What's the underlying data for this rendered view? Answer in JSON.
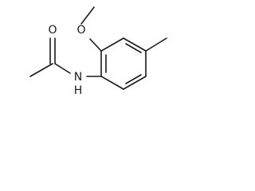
{
  "molecule": {
    "atoms": {
      "methoxy_oxygen": "O",
      "carbonyl_oxygen": "O",
      "amide_nitrogen": "N",
      "amide_hydrogen": "H"
    }
  }
}
